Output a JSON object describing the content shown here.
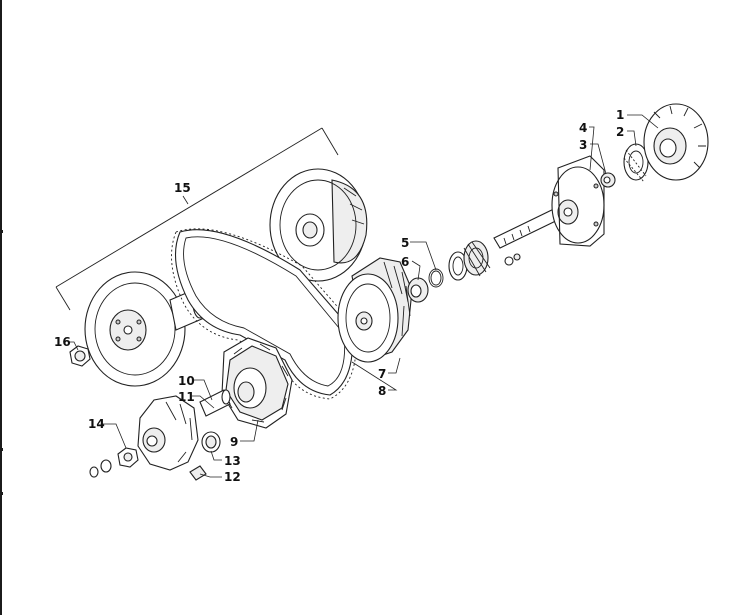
{
  "callouts": [
    "1",
    "2",
    "3",
    "4",
    "5",
    "6",
    "7",
    "8",
    "9",
    "10",
    "11",
    "12",
    "13",
    "14",
    "15",
    "16"
  ],
  "icons": {
    "drive_clutch_assembly": "drive-clutch-icon",
    "driven_clutch_assembly": "driven-clutch-icon",
    "drive_belt": "drive-belt-icon"
  }
}
